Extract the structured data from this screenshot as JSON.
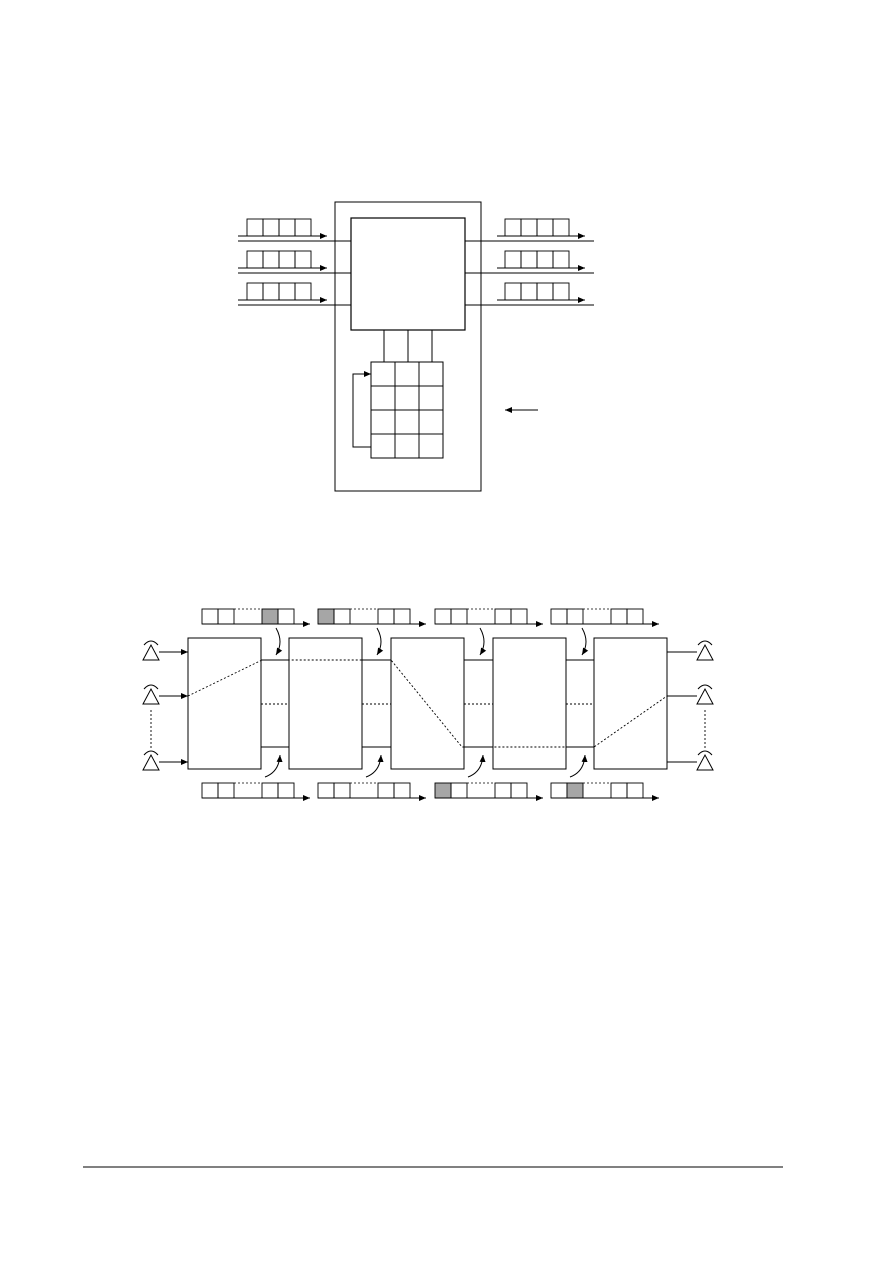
{
  "colors": {
    "stroke": "#000000",
    "background": "#ffffff",
    "highlight_fill": "#a6a6a6"
  },
  "figure_1": {
    "input_queue_count": 3,
    "output_queue_count": 3,
    "cells_per_queue": 4,
    "table_rows": 4,
    "table_cols": 3
  },
  "figure_2": {
    "node_count": 5,
    "top_queue_count": 4,
    "bottom_queue_count": 4,
    "highlighted_cells": {
      "top": [
        [
          0,
          4
        ],
        [
          1,
          0
        ]
      ],
      "bottom": [
        [
          2,
          0
        ],
        [
          3,
          1
        ]
      ]
    }
  },
  "footer": {
    "rule": true
  }
}
